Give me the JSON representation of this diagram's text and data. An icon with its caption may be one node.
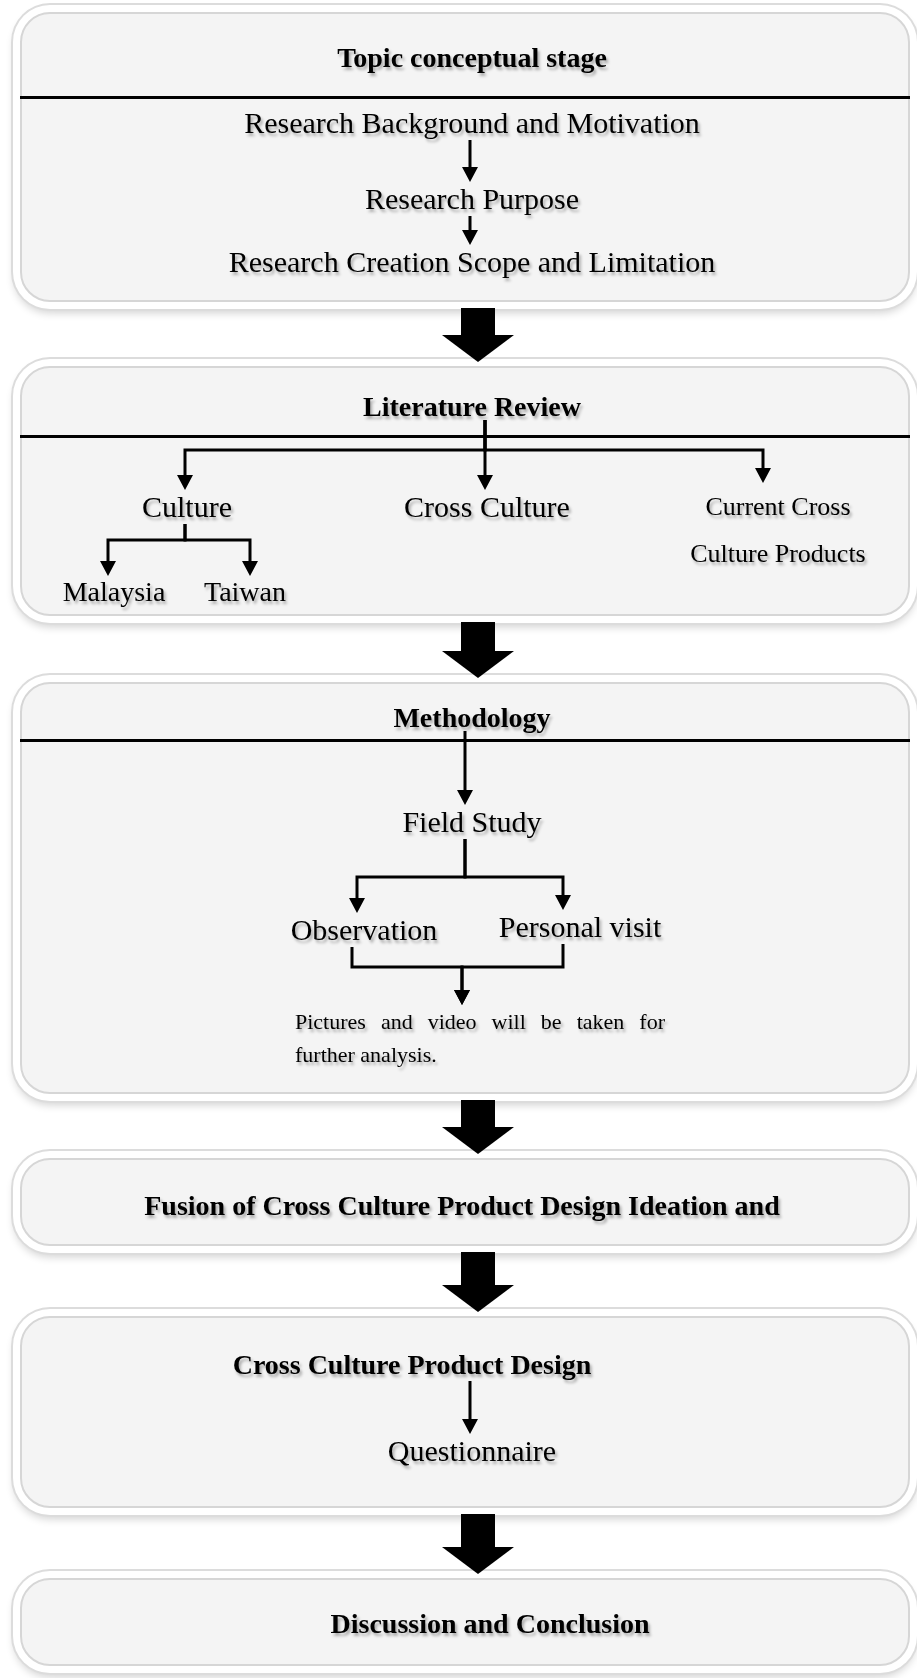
{
  "diagram": {
    "nodes": [
      {
        "text": [
          "Topic conceptual stage"
        ]
      },
      {
        "text": [
          "Research Background and Motivation"
        ],
        "in": 0
      },
      {
        "text": [
          "Research Purpose"
        ],
        "in": 0
      },
      {
        "text": [
          "Research Creation Scope and Limitation"
        ],
        "in": 0
      },
      {
        "text": [
          "Literature Review"
        ]
      },
      {
        "text": [
          "Culture"
        ],
        "in": 4
      },
      {
        "text": [
          "Cross Culture"
        ],
        "in": 4
      },
      {
        "text": [
          "Current Cross Culture Products"
        ],
        "in": 4
      },
      {
        "text": [
          "Malaysia"
        ],
        "in": 4
      },
      {
        "text": [
          "Taiwan"
        ],
        "in": 4
      },
      {
        "text": [
          "Methodology"
        ]
      },
      {
        "text": [
          "Field Study"
        ],
        "in": 10
      },
      {
        "text": [
          "Observation"
        ],
        "in": 10
      },
      {
        "text": [
          "Personal visit"
        ],
        "in": 10
      },
      {
        "text": [
          "Pictures and video will be taken for further analysis."
        ],
        "in": 10
      },
      {
        "text": [
          "Fusion of Cross Culture Product Design Ideation and"
        ]
      },
      {
        "text": [],
        "shape": "box"
      },
      {
        "text": [
          "Cross Culture Product Design"
        ],
        "in": 16
      },
      {
        "text": [
          "Questionnaire"
        ],
        "in": 16
      },
      {
        "text": [
          "Discussion and Conclusion"
        ]
      }
    ],
    "edges": [
      {
        "from": 1,
        "to": 2,
        "arrow": "to"
      },
      {
        "from": 2,
        "to": 3,
        "arrow": "to"
      },
      {
        "from": 4,
        "to": 5,
        "arrow": "to"
      },
      {
        "from": 4,
        "to": 6,
        "arrow": "to"
      },
      {
        "from": 4,
        "to": 7,
        "arrow": "to"
      },
      {
        "from": 5,
        "to": 8,
        "arrow": "to"
      },
      {
        "from": 5,
        "to": 9,
        "arrow": "to"
      },
      {
        "from": 10,
        "to": 11,
        "arrow": "to"
      },
      {
        "from": 11,
        "to": 12,
        "arrow": "to"
      },
      {
        "from": 11,
        "to": 13,
        "arrow": "to"
      },
      {
        "from": 12,
        "to": 14,
        "arrow": "to"
      },
      {
        "from": 13,
        "to": 14,
        "arrow": "to"
      },
      {
        "from": 17,
        "to": 18,
        "arrow": "to"
      },
      {
        "from": 0,
        "to": 4,
        "arrow": "to",
        "style": "thick"
      },
      {
        "from": 4,
        "to": 10,
        "arrow": "to",
        "style": "thick"
      },
      {
        "from": 10,
        "to": 15,
        "arrow": "to",
        "style": "thick"
      },
      {
        "from": 15,
        "to": 16,
        "arrow": "to",
        "style": "thick"
      },
      {
        "from": 16,
        "to": 19,
        "arrow": "to",
        "style": "thick"
      }
    ]
  }
}
